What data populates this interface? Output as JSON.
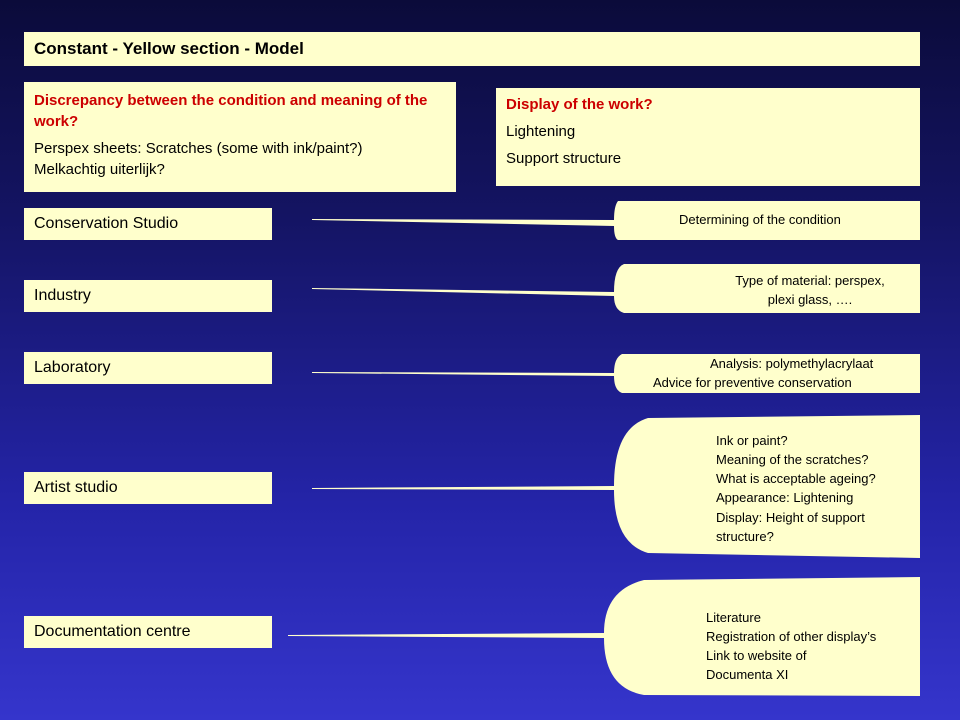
{
  "title": "Constant - Yellow section - Model",
  "discrepancy": {
    "question": "Discrepancy between the condition and meaning of the work?",
    "line1": "Perspex sheets: Scratches (some with ink/paint?)",
    "line2": "Melkachtig uiterlijk?"
  },
  "display": {
    "question": "Display of the work?",
    "line1": "Lightening",
    "line2": "Support structure"
  },
  "stakeholders": [
    {
      "label": "Conservation Studio",
      "callout": [
        "Determining of the condition"
      ]
    },
    {
      "label": "Industry",
      "callout": [
        "Type of material: perspex,",
        "plexi glass, …."
      ]
    },
    {
      "label": "Laboratory",
      "callout": [
        "Analysis: polymethylacrylaat",
        "Advice for preventive conservation"
      ]
    },
    {
      "label": "Artist studio",
      "callout": [
        "Ink or paint?",
        "Meaning of the scratches?",
        "What is acceptable ageing?",
        "Appearance: Lightening",
        "Display: Height of support",
        "structure?"
      ]
    },
    {
      "label": "Documentation centre",
      "callout": [
        "Literature",
        "Registration of other display’s",
        "Link to website of",
        "Documenta XI"
      ]
    }
  ],
  "colors": {
    "box_fill": "#ffffcc",
    "question_text": "#cc0000",
    "background": "#2a2ab0"
  }
}
